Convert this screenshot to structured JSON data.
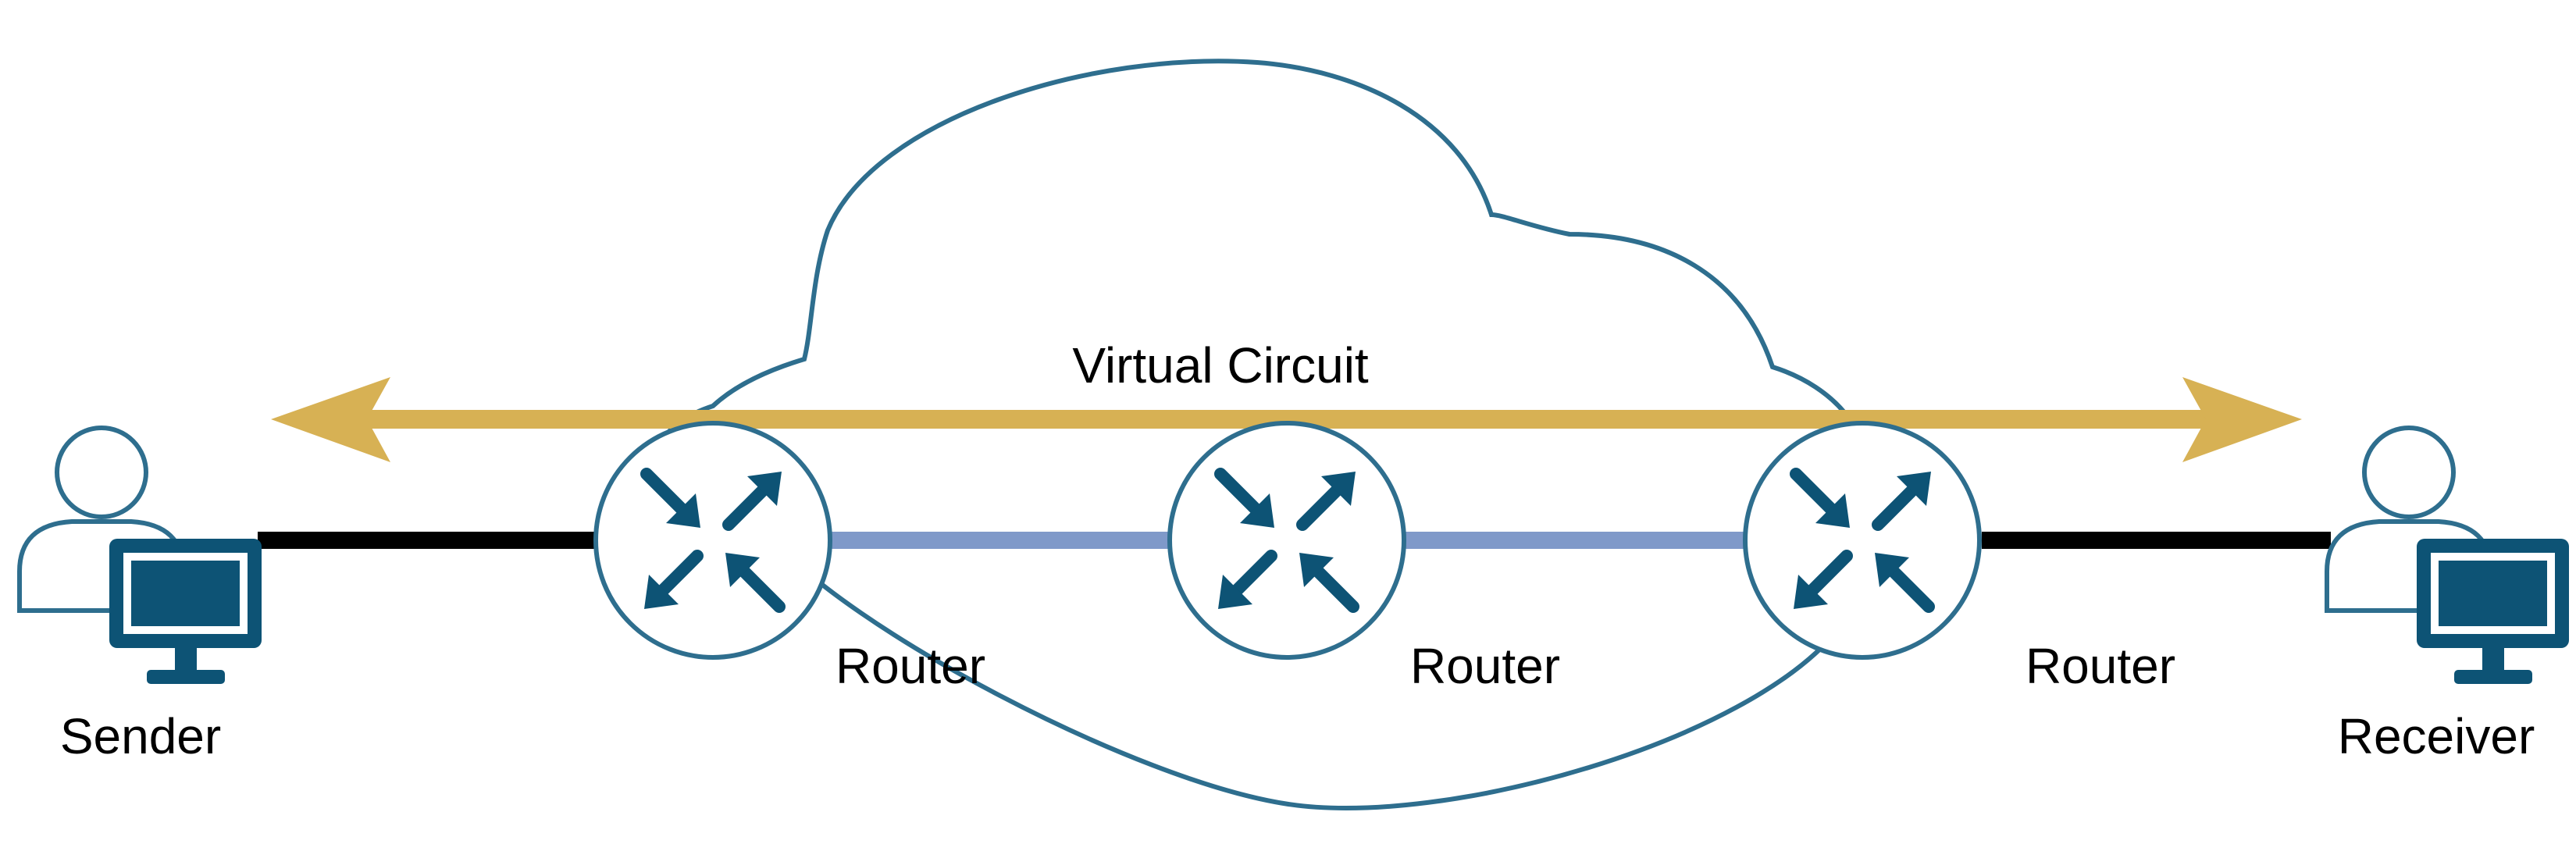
{
  "diagram": {
    "virtual_circuit_label": "Virtual Circuit",
    "sender_label": "Sender",
    "receiver_label": "Receiver",
    "routers": [
      {
        "label": "Router"
      },
      {
        "label": "Router"
      },
      {
        "label": "Router"
      }
    ]
  },
  "colors": {
    "cloud_stroke": "#2e6e8e",
    "virtual_circuit_arrow": "#d7b154",
    "router_icon": "#0d5375",
    "router_link": "#7f99c9",
    "access_link": "#000000",
    "user_outline": "#2e6e8e",
    "monitor": "#0d5375"
  },
  "icons": {
    "user": "user-with-monitor-icon",
    "router": "router-arrows-icon",
    "cloud": "network-cloud-icon"
  }
}
